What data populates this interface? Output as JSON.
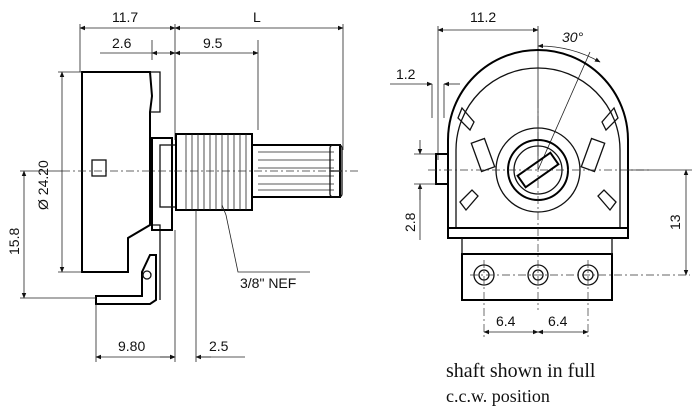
{
  "side_view": {
    "dim_top_left": "11.7",
    "dim_top_right": "L",
    "dim_flange": "2.6",
    "dim_bushing": "9.5",
    "dim_diameter": "Ø 24.20",
    "dim_height": "15.8",
    "dim_bottom_left": "9.80",
    "dim_bottom_right": "2.5",
    "thread_label": "3/8\" NEF"
  },
  "front_view": {
    "dim_top": "11.2",
    "dim_angle": "30°",
    "dim_small": "1.2",
    "dim_tab": "2.8",
    "dim_right": "13",
    "dim_pitch_left": "6.4",
    "dim_pitch_right": "6.4"
  },
  "note": {
    "line1": "shaft shown in full",
    "line2": "c.c.w. position"
  }
}
